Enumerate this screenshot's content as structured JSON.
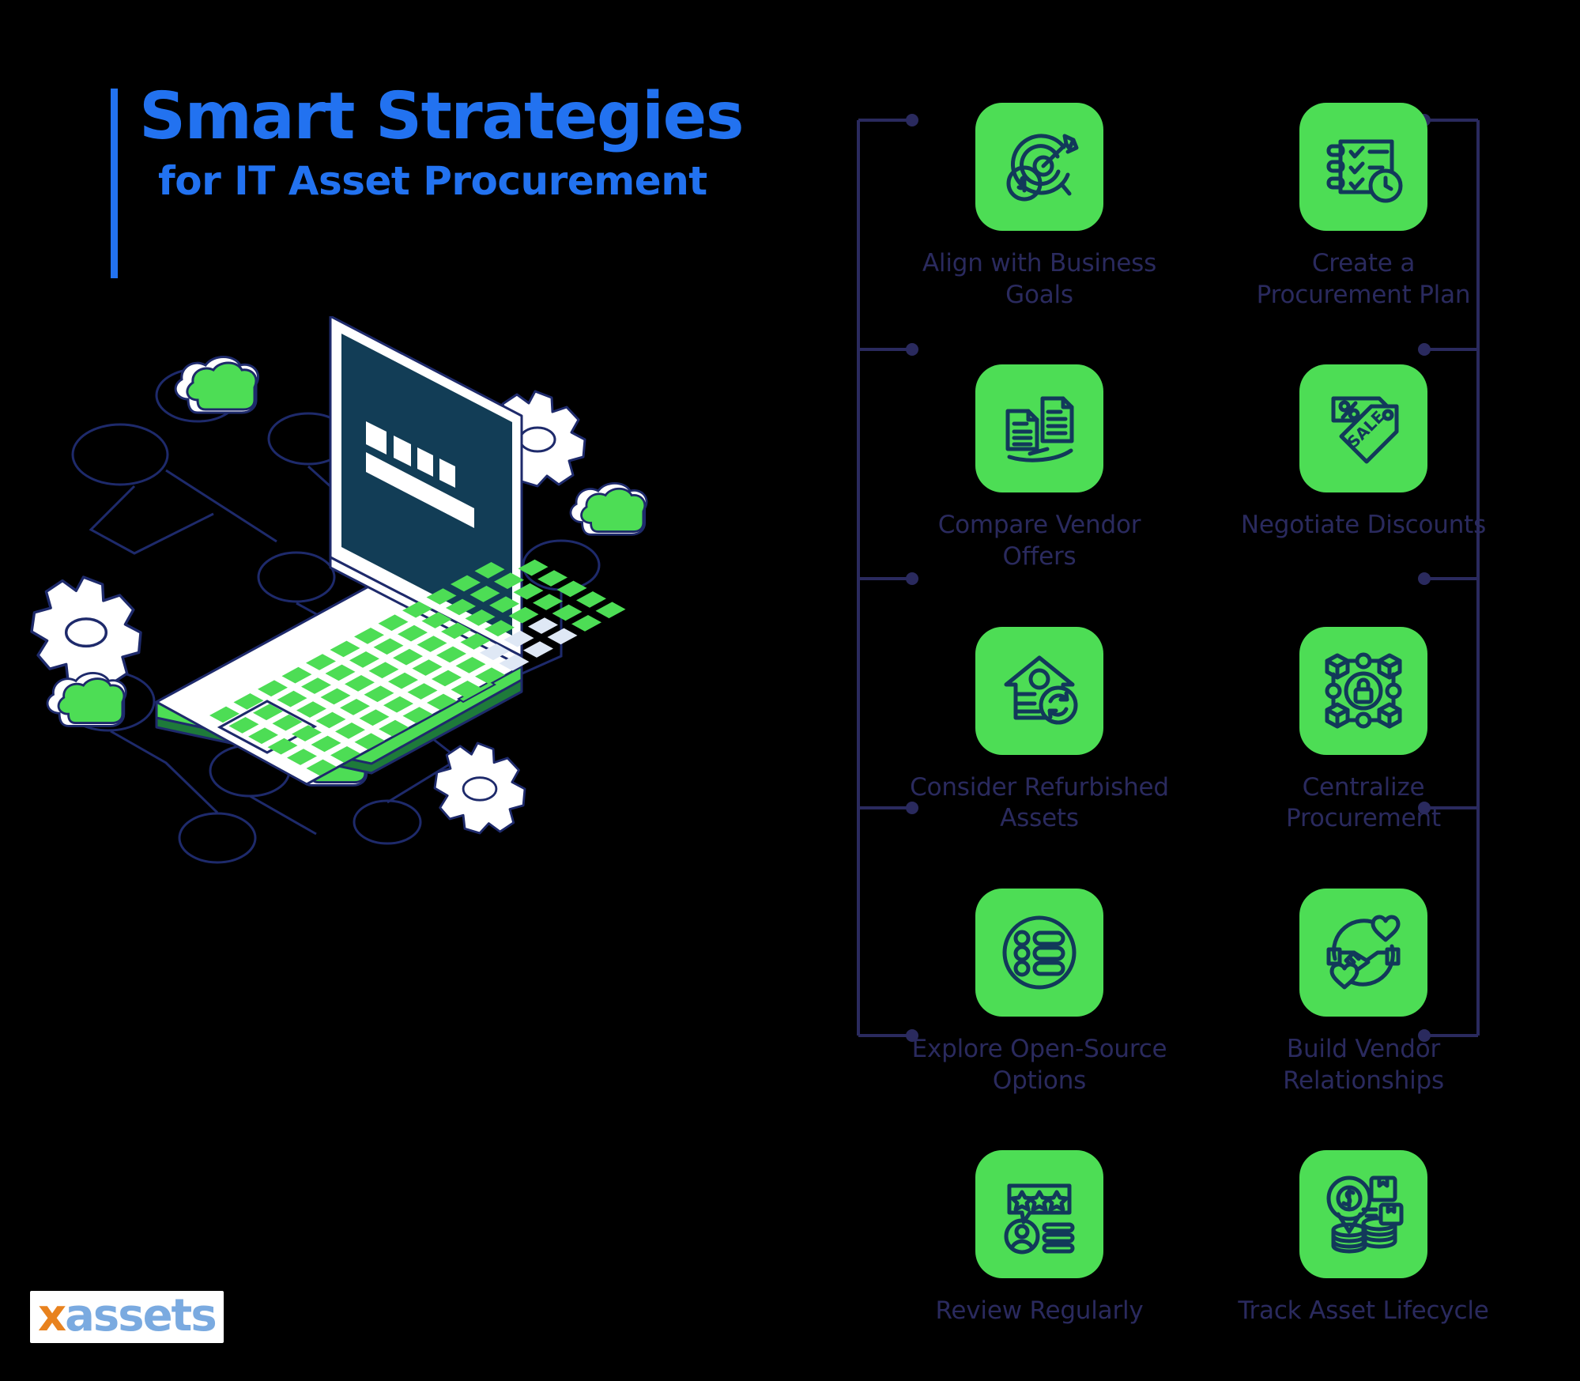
{
  "title": {
    "main": "Smart Strategies",
    "sub": "for IT Asset Procurement",
    "accent_color": "#2272f0"
  },
  "illustration": {
    "name": "isometric-laptop-cloud-network",
    "screen_color": "#123d56",
    "key_color": "#4ddd55",
    "body_color": "#ffffff",
    "line_color": "#1e2a6b"
  },
  "grid": {
    "tile_color": "#4ddd55",
    "icon_color": "#12395a",
    "label_color": "#2a2a5e",
    "rows": [
      [
        {
          "icon": "target-arrow-dollar-icon",
          "label": "Align with Business Goals"
        },
        {
          "icon": "checklist-clock-icon",
          "label": "Create a Procurement Plan"
        }
      ],
      [
        {
          "icon": "documents-balance-scale-icon",
          "label": "Compare Vendor Offers"
        },
        {
          "icon": "sale-discount-tags-icon",
          "label": "Negotiate Discounts"
        }
      ],
      [
        {
          "icon": "warehouse-recycle-icon",
          "label": "Consider Refurbished Assets"
        },
        {
          "icon": "network-lock-icon",
          "label": "Centralize Procurement"
        }
      ],
      [
        {
          "icon": "circle-list-icon",
          "label": "Explore Open-Source Options"
        },
        {
          "icon": "handshake-hearts-icon",
          "label": "Build Vendor Relationships"
        }
      ],
      [
        {
          "icon": "review-stars-user-icon",
          "label": "Review Regularly"
        },
        {
          "icon": "money-pin-coins-boxes-icon",
          "label": "Track Asset Lifecycle"
        }
      ]
    ]
  },
  "logo": {
    "x": "x",
    "rest": "assets",
    "x_color": "#e8821e",
    "rest_color": "#7aaae0"
  }
}
